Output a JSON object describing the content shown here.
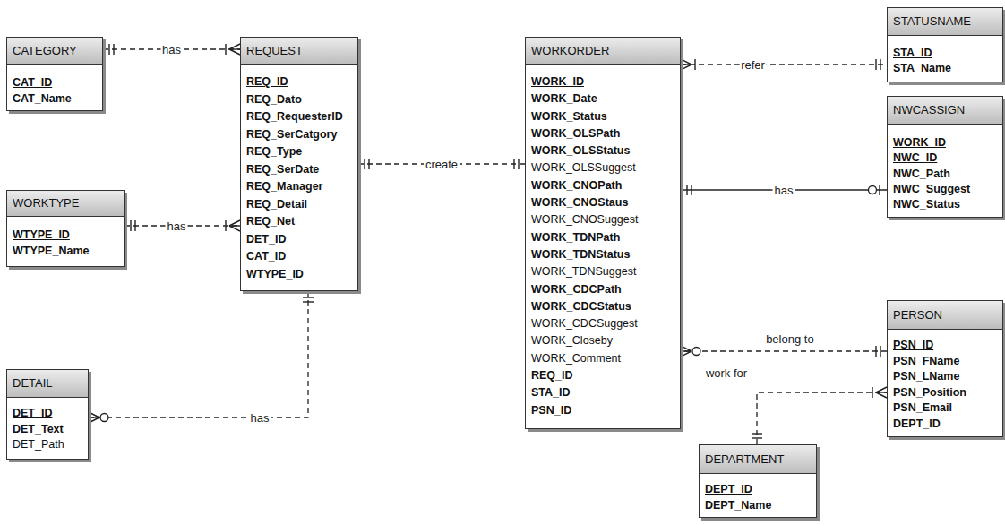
{
  "diagram": {
    "nodes": [
      {
        "text": [
          "CATEGORY",
          "CAT_ID",
          "CAT_Name"
        ]
      },
      {
        "text": [
          "REQUEST",
          "REQ_ID",
          "REQ_Dato",
          "REQ_RequesterID",
          "REQ_SerCatgory",
          "REQ_Type",
          "REQ_SerDate",
          "REQ_Manager",
          "REQ_Detail",
          "REQ_Net",
          "DET_ID",
          "CAT_ID",
          "WTYPE_ID"
        ]
      },
      {
        "text": [
          "WORKORDER",
          "WORK_ID",
          "WORK_Date",
          "WORK_Status",
          "WORK_OLSPath",
          "WORK_OLSStatus",
          "WORK_OLSSuggest",
          "WORK_CNOPath",
          "WORK_CNOStaus",
          "WORK_CNOSuggest",
          "WORK_TDNPath",
          "WORK_TDNStatus",
          "WORK_TDNSuggest",
          "WORK_CDCPath",
          "WORK_CDCStatus",
          "WORK_CDCSuggest",
          "WORK_Closeby",
          "WORK_Comment",
          "REQ_ID",
          "STA_ID",
          "PSN_ID"
        ]
      },
      {
        "text": [
          "STATUSNAME",
          "STA_ID",
          "STA_Name"
        ]
      },
      {
        "text": [
          "NWCASSIGN",
          "WORK_ID",
          "NWC_ID",
          "NWC_Path",
          "NWC_Suggest",
          "NWC_Status"
        ]
      },
      {
        "text": [
          "WORKTYPE",
          "WTYPE_ID",
          "WTYPE_Name"
        ]
      },
      {
        "text": [
          "DETAIL",
          "DET_ID",
          "DET_Text",
          "DET_Path"
        ]
      },
      {
        "text": [
          "PERSON",
          "PSN_ID",
          "PSN_FName",
          "PSN_LName",
          "PSN_Position",
          "PSN_Email",
          "DEPT_ID"
        ]
      },
      {
        "text": [
          "DEPARTMENT",
          "DEPT_ID",
          "DEPT_Name"
        ]
      }
    ],
    "edges": [
      {
        "from": 0,
        "to": 1,
        "label": "has",
        "arrow": "none"
      },
      {
        "from": 1,
        "to": 2,
        "label": "create",
        "arrow": "none"
      },
      {
        "from": 2,
        "to": 3,
        "label": "refer",
        "arrow": "none"
      },
      {
        "from": 2,
        "to": 4,
        "label": "has",
        "arrow": "none"
      },
      {
        "from": 5,
        "to": 1,
        "label": "has",
        "arrow": "none"
      },
      {
        "from": 1,
        "to": 6,
        "label": "has",
        "arrow": "none"
      },
      {
        "from": 7,
        "to": 2,
        "label": "belong to",
        "arrow": "none"
      },
      {
        "from": 8,
        "to": 7,
        "label": "work for",
        "arrow": "none"
      }
    ]
  }
}
